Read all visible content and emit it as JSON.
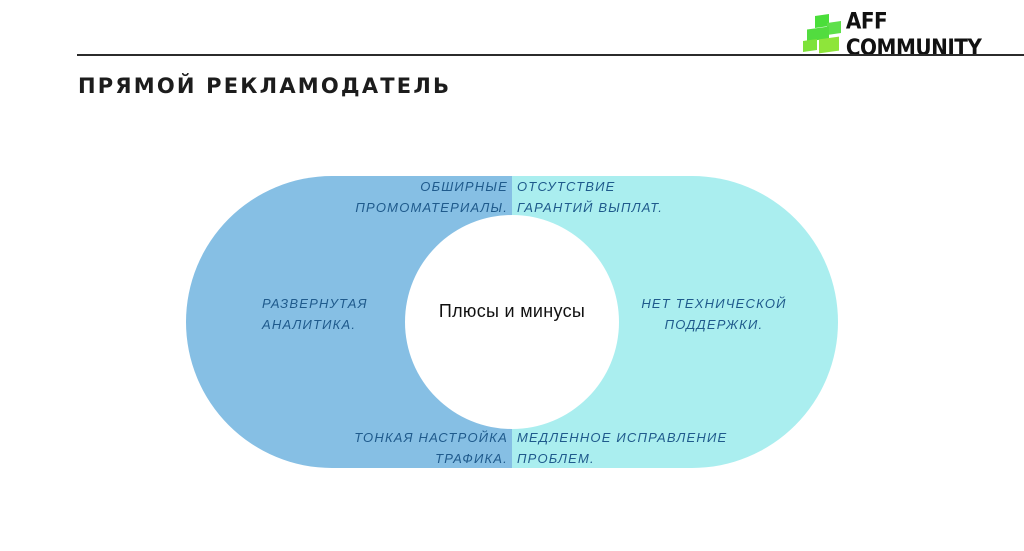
{
  "brand": {
    "logo_text": "AFF COMMUNITY",
    "logo_color": "#4ade3a"
  },
  "page": {
    "title": "ПРЯМОЙ РЕКЛАМОДАТЕЛЬ"
  },
  "diagram": {
    "center_label": "Плюсы и минусы",
    "colors": {
      "pros": "#86bfe4",
      "cons": "#aaeeef",
      "text": "#1f5a8c"
    },
    "pros": [
      {
        "line1": "ОБШИРНЫЕ",
        "line2": "ПРОМОМАТЕРИАЛЫ."
      },
      {
        "line1": "РАЗВЕРНУТАЯ",
        "line2": "АНАЛИТИКА."
      },
      {
        "line1": "ТОНКАЯ НАСТРОЙКА",
        "line2": "ТРАФИКА."
      }
    ],
    "cons": [
      {
        "line1": "ОТСУТСТВИЕ",
        "line2": "ГАРАНТИЙ ВЫПЛАТ."
      },
      {
        "line1": "НЕТ ТЕХНИЧЕСКОЙ",
        "line2": "ПОДДЕРЖКИ."
      },
      {
        "line1": "МЕДЛЕННОЕ ИСПРАВЛЕНИЕ",
        "line2": "ПРОБЛЕМ."
      }
    ]
  }
}
